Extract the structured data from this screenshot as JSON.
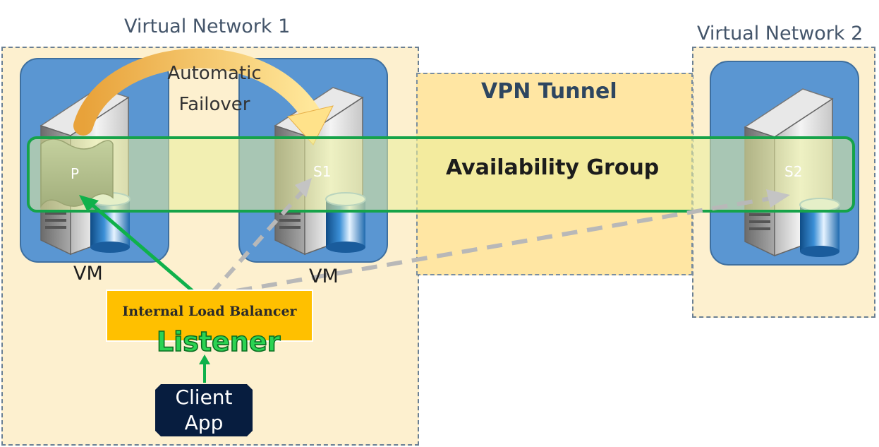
{
  "virtual_networks": [
    {
      "label": "Virtual Network 1"
    },
    {
      "label": "Virtual Network 2"
    }
  ],
  "vpn": {
    "label": "VPN Tunnel"
  },
  "failover": {
    "line1": "Automatic",
    "line2": "Failover"
  },
  "availability_group": {
    "label": "Availability Group"
  },
  "nodes": {
    "primary": "P",
    "secondary1": "S1",
    "secondary2": "S2"
  },
  "vm_labels": [
    "VM",
    "VM"
  ],
  "load_balancer": {
    "label": "Internal Load Balancer",
    "listener": "Listener"
  },
  "client": {
    "line1": "Client",
    "line2": "App"
  },
  "colors": {
    "vnet_bg": "#fdf0cf",
    "vm_tile": "#5a96d2",
    "vpn_bg": "#ffe6a3",
    "ag_border": "#16a34a",
    "ilb_bg": "#ffc000",
    "client_bg": "#071d3f",
    "green_arrow": "#0fb14b",
    "dashed_arrow": "#b8b8b8"
  },
  "icons": [
    "server-icon",
    "database-icon",
    "scroll-icon"
  ]
}
